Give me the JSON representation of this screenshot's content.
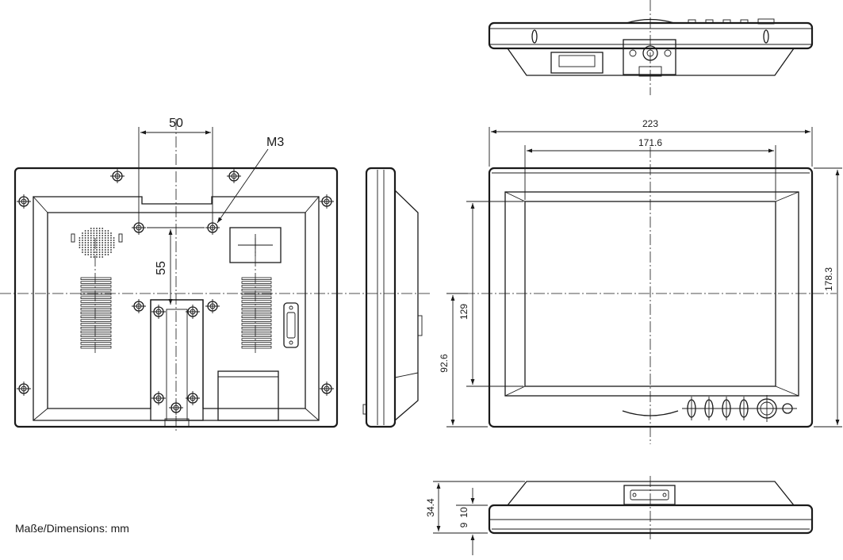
{
  "caption": "Maße/Dimensions: mm",
  "dimensions": {
    "back_hole_spacing_horizontal": "50",
    "back_hole_spacing_vertical": "55",
    "back_thread": "M3",
    "front_overall_width": "223",
    "front_screen_width": "171.6",
    "front_overall_height": "178.3",
    "front_screen_height": "129",
    "front_center_height": "92.6",
    "bottom_total_depth": "34.4",
    "bottom_upper_depth": "10",
    "bottom_lower_depth": "9"
  },
  "views": [
    "top-view",
    "back-view",
    "side-view",
    "front-view",
    "bottom-view"
  ]
}
